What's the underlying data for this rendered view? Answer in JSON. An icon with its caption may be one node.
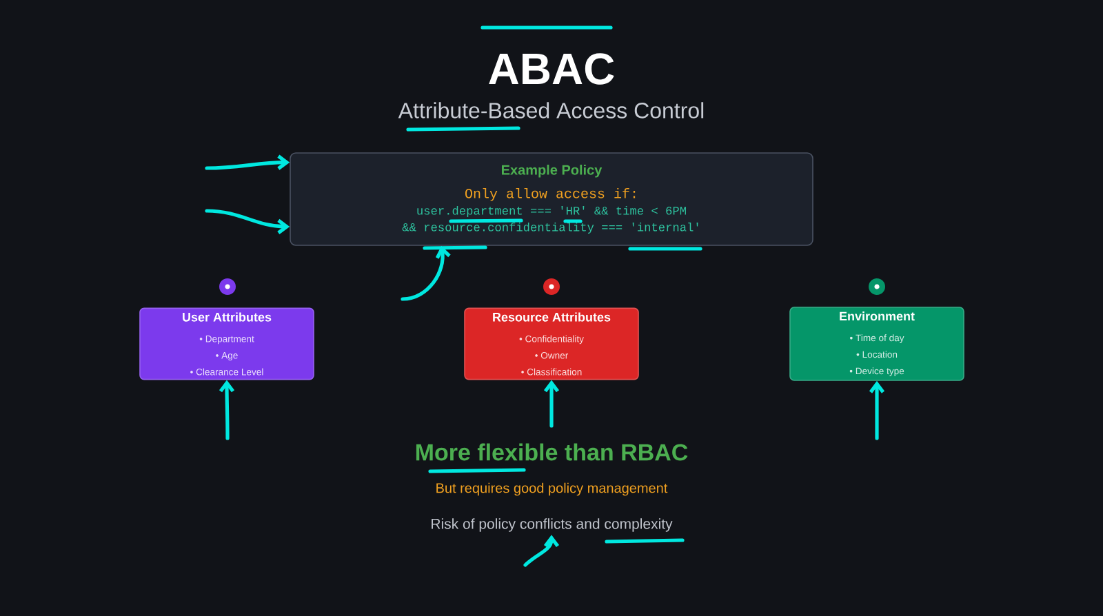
{
  "diagram": {
    "title": "ABAC",
    "nodes": [
      {
        "text": [
          "Example Policy",
          "Only allow access if:",
          "user.department === 'HR' && time < 6PM",
          "&& resource.confidentiality === 'internal'"
        ]
      },
      {
        "text": [
          "User Attributes",
          "• Department",
          "• Age",
          "• Clearance Level"
        ]
      },
      {
        "text": [
          "Resource Attributes",
          "• Confidentiality",
          "• Owner",
          "• Classification"
        ]
      },
      {
        "text": [
          "Environment",
          "• Time of day",
          "• Location",
          "• Device type"
        ]
      },
      {
        "text": [
          "Risk of policy conflicts and complexity"
        ]
      }
    ],
    "edges": [
      {
        "from": null,
        "to": 0,
        "arrow": "to"
      },
      {
        "from": null,
        "to": 0,
        "arrow": "to"
      },
      {
        "from": null,
        "to": 0,
        "arrow": "to"
      },
      {
        "from": null,
        "to": 1,
        "arrow": "to"
      },
      {
        "from": null,
        "to": 2,
        "arrow": "to"
      },
      {
        "from": null,
        "to": 3,
        "arrow": "to"
      },
      {
        "from": null,
        "to": 4,
        "arrow": "to"
      }
    ],
    "labels": [
      "Attribute-Based Access Control",
      "More flexible than RBAC",
      "But requires good policy management"
    ]
  }
}
